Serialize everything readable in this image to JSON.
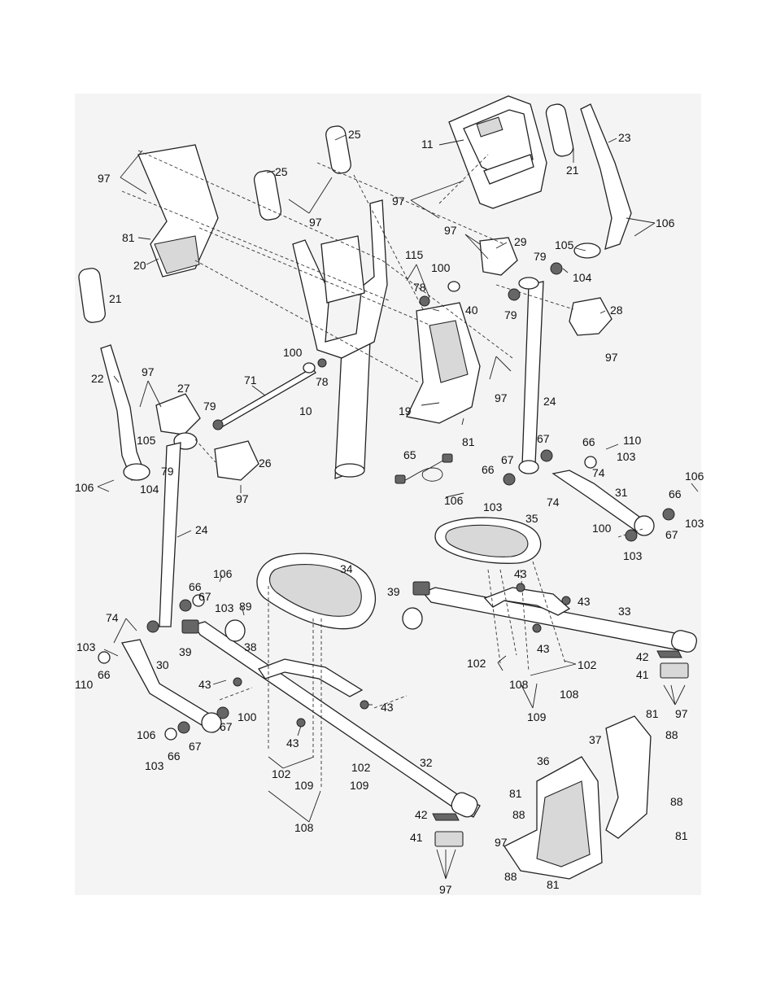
{
  "diagram": {
    "labels": [
      "97",
      "25",
      "25",
      "97",
      "11",
      "23",
      "21",
      "97",
      "106",
      "81",
      "20",
      "115",
      "100",
      "97",
      "29",
      "105",
      "79",
      "104",
      "21",
      "78",
      "40",
      "79",
      "28",
      "97",
      "100",
      "78",
      "19",
      "97",
      "22",
      "97",
      "27",
      "71",
      "79",
      "10",
      "24",
      "81",
      "105",
      "79",
      "104",
      "26",
      "106",
      "97",
      "65",
      "66",
      "110",
      "103",
      "67",
      "66",
      "74",
      "106",
      "67",
      "103",
      "103",
      "106",
      "74",
      "31",
      "66",
      "35",
      "100",
      "67",
      "103",
      "24",
      "106",
      "66",
      "103",
      "67",
      "89",
      "34",
      "43",
      "39",
      "43",
      "74",
      "38",
      "33",
      "103",
      "66",
      "30",
      "39",
      "43",
      "110",
      "43",
      "43",
      "102",
      "102",
      "108",
      "42",
      "108",
      "109",
      "41",
      "43",
      "67",
      "100",
      "97",
      "106",
      "81",
      "32",
      "37",
      "88",
      "103",
      "66",
      "102",
      "109",
      "36",
      "67",
      "81",
      "88",
      "102",
      "108",
      "109",
      "42",
      "88",
      "97",
      "81",
      "41",
      "88",
      "81",
      "97"
    ]
  }
}
